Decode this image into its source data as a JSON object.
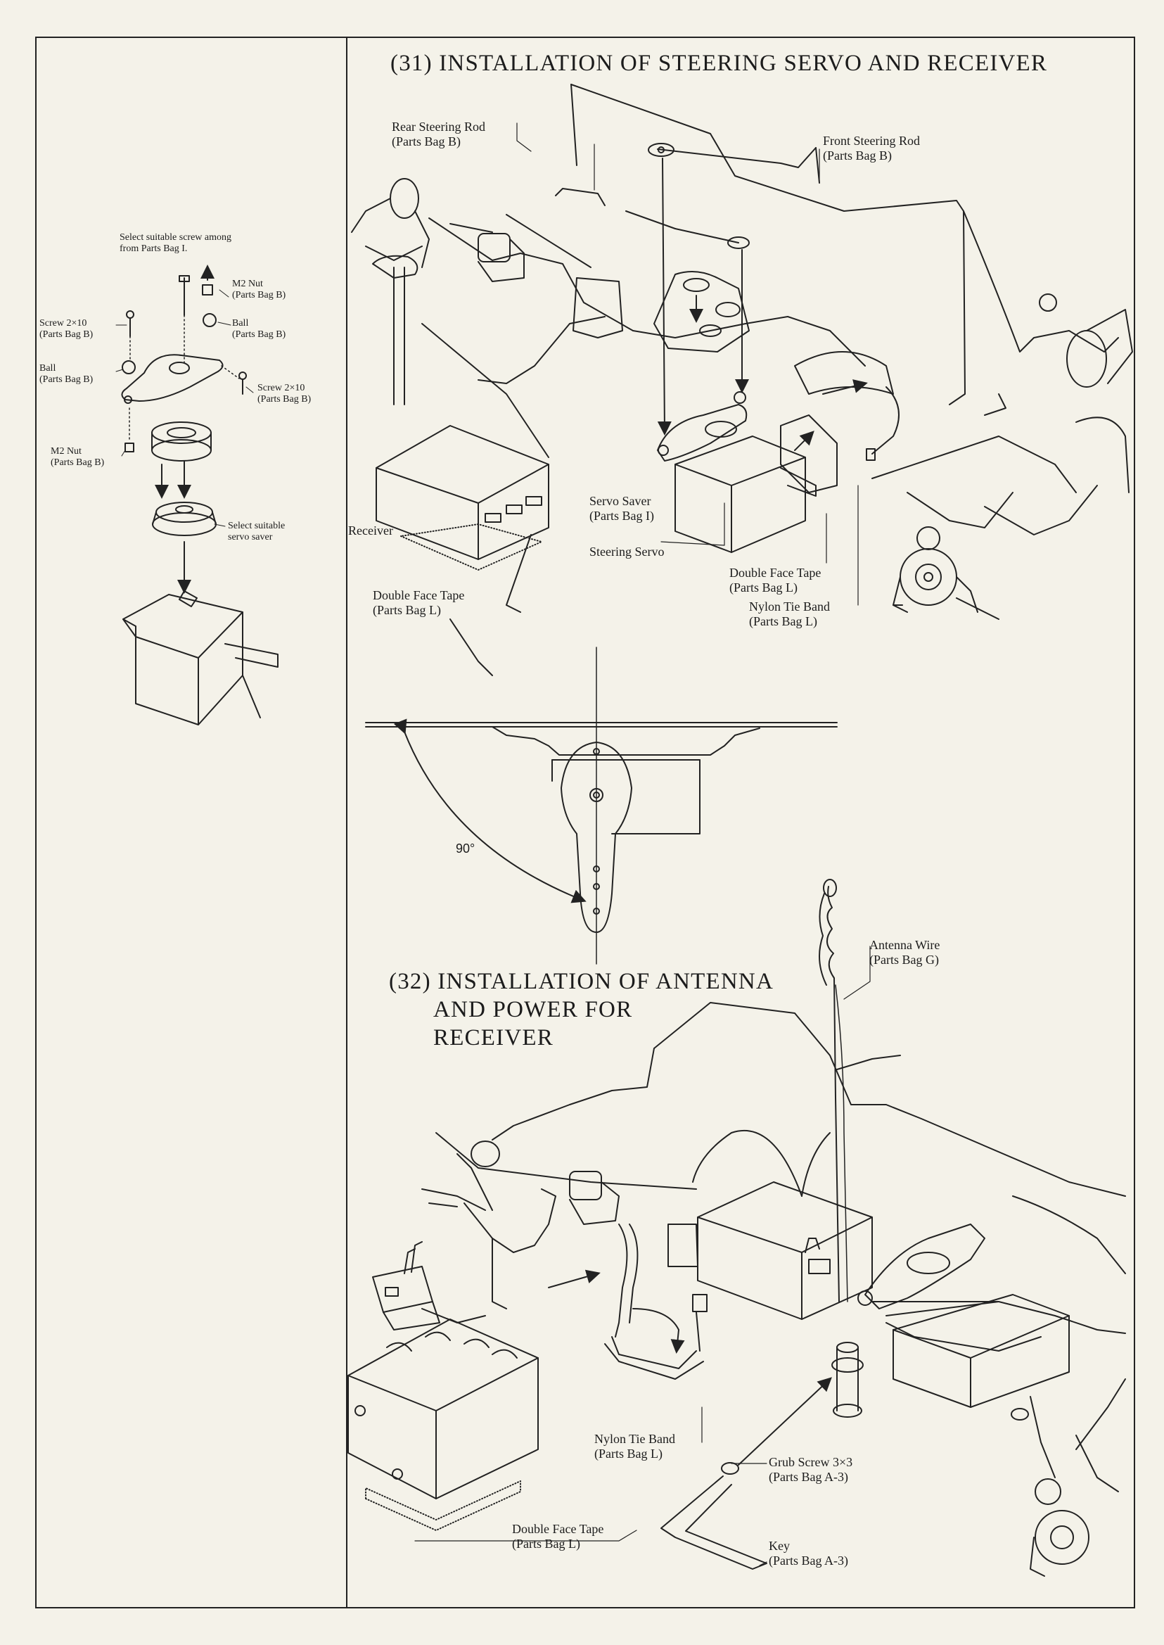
{
  "section31": {
    "title": "(31) INSTALLATION OF STEERING SERVO AND RECEIVER",
    "labels": {
      "rear_steering_rod": [
        "Rear Steering Rod",
        "(Parts Bag B)"
      ],
      "front_steering_rod": [
        "Front Steering Rod",
        "(Parts Bag B)"
      ],
      "servo_saver": [
        "Servo Saver",
        "(Parts Bag I)"
      ],
      "steering_servo": "Steering Servo",
      "receiver": "Receiver",
      "double_face_tape_left": [
        "Double Face Tape",
        "(Parts Bag L)"
      ],
      "double_face_tape_right": [
        "Double Face Tape",
        "(Parts Bag L)"
      ],
      "nylon_tie_band": [
        "Nylon Tie Band",
        "(Parts Bag L)"
      ]
    }
  },
  "servo_saver_detail": {
    "select_screw": [
      "Select suitable screw among",
      "from Parts Bag I."
    ],
    "m2_nut_top": [
      "M2 Nut",
      "(Parts Bag B)"
    ],
    "screw_left": [
      "Screw 2×10",
      "(Parts Bag B)"
    ],
    "ball_right": [
      "Ball",
      "(Parts Bag B)"
    ],
    "ball_left": [
      "Ball",
      "(Parts Bag B)"
    ],
    "screw_right": [
      "Screw 2×10",
      "(Parts Bag B)"
    ],
    "m2_nut_bottom": [
      "M2 Nut",
      "(Parts Bag B)"
    ],
    "select_servo_saver": [
      "Select suitable",
      "servo saver"
    ]
  },
  "angle_diagram": {
    "angle_label": "90°"
  },
  "section32": {
    "title_lines": [
      "(32) INSTALLATION OF ANTENNA",
      "AND POWER FOR",
      "RECEIVER"
    ],
    "labels": {
      "antenna_wire": [
        "Antenna Wire",
        "(Parts Bag G)"
      ],
      "nylon_tie_band": [
        "Nylon Tie Band",
        "(Parts Bag L)"
      ],
      "grub_screw": [
        "Grub Screw 3×3",
        "(Parts Bag A-3)"
      ],
      "double_face_tape": [
        "Double Face Tape",
        "(Parts Bag L)"
      ],
      "key": [
        "Key",
        "(Parts Bag A-3)"
      ]
    }
  }
}
